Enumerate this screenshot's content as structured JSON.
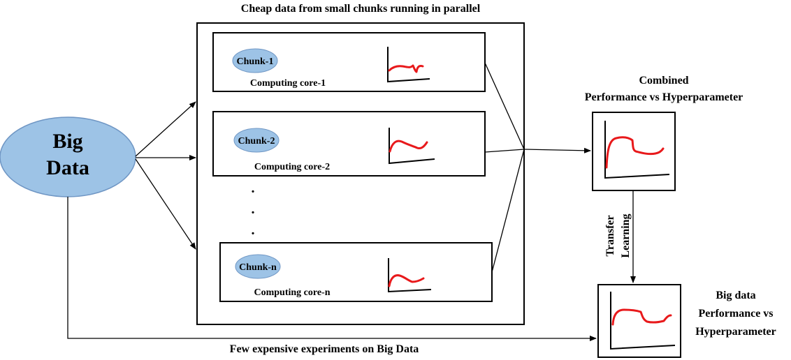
{
  "title": "Cheap data from small chunks running in parallel",
  "big_data": {
    "line1": "Big",
    "line2": "Data"
  },
  "chunks": [
    {
      "label": "Chunk-1",
      "core": "Computing core-1"
    },
    {
      "label": "Chunk-2",
      "core": "Computing core-2"
    },
    {
      "label": "Chunk-n",
      "core": "Computing core-n"
    }
  ],
  "ellipsis": ".",
  "combined": {
    "line1": "Combined",
    "line2": "Performance vs Hyperparameter"
  },
  "transfer": {
    "line1": "Transfer",
    "line2": "Learning"
  },
  "bigdata_result": {
    "line1": "Big data",
    "line2": "Performance vs",
    "line3": "Hyperparameter"
  },
  "bottom_label": "Few expensive experiments on Big Data",
  "colors": {
    "ellipse_fill": "#9dc3e6",
    "ellipse_stroke": "#6f96c4",
    "curve": "#e8191b",
    "line": "#000000"
  }
}
